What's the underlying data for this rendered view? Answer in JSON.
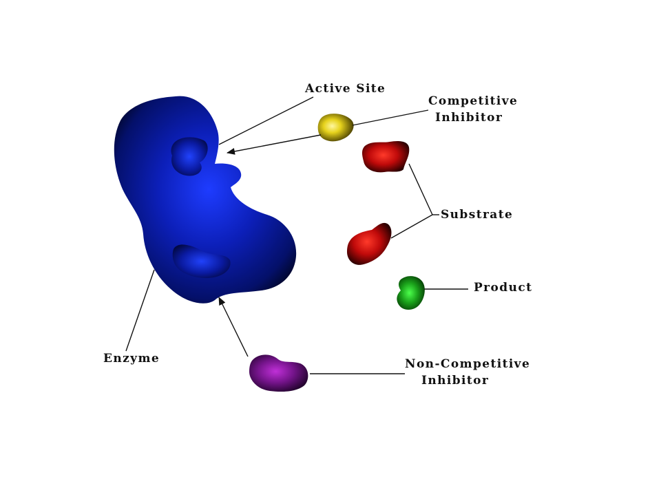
{
  "labels": {
    "active_site": "Active Site",
    "competitive_inhibitor_line1": "Competitive",
    "competitive_inhibitor_line2": "Inhibitor",
    "substrate": "Substrate",
    "product": "Product",
    "enzyme": "Enzyme",
    "noncompetitive_inhibitor_line1": "Non-Competitive",
    "noncompetitive_inhibitor_line2": "Inhibitor"
  },
  "colors": {
    "enzyme": "#0a1aa8",
    "enzyme_dark": "#020a3a",
    "competitive_inhibitor": "#d4c41a",
    "substrate": "#c41010",
    "product": "#1fa81f",
    "noncompetitive_inhibitor": "#7a1a8a",
    "leader_line": "#111111",
    "background": "#ffffff"
  }
}
